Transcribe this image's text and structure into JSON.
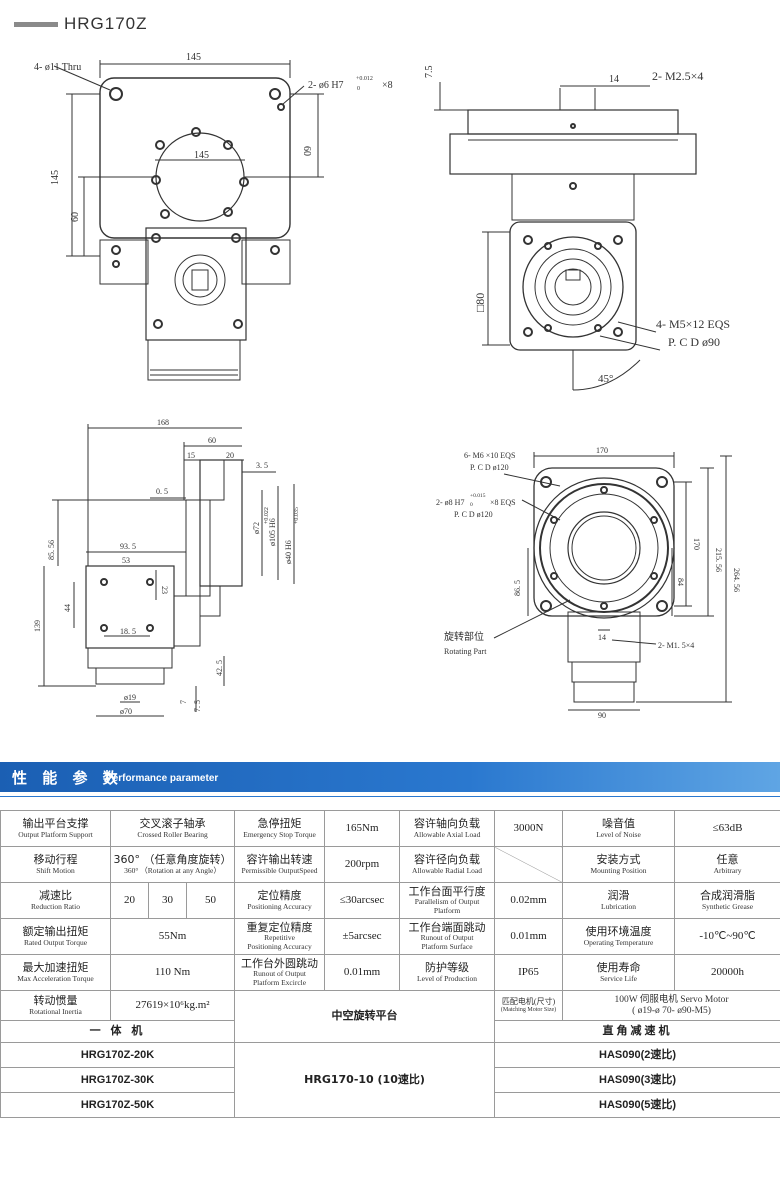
{
  "page": {
    "model_title": "HRG170Z"
  },
  "drawing": {
    "top_view": {
      "thru_hole": "4- ø11 Thru",
      "dim_145_top": "145",
      "dim_145_inner": "145",
      "pin_hole": "2- ø6 H7",
      "pin_tol": "+0.012",
      "pin_tol_zero": "0",
      "pin_depth": "×8",
      "dim_60_right": "60",
      "dim_145_left": "145",
      "dim_60_left": "60"
    },
    "front_view": {
      "dim_7_5": "7.5",
      "dim_14": "14",
      "thread": "2- M2.5×4",
      "square_80": "□80",
      "screw_spec": "4- M5×12 EQS",
      "pcd": "P. C D ø90",
      "angle": "45°"
    },
    "side_view": {
      "d168": "168",
      "d60": "60",
      "d15": "15",
      "d20": "20",
      "d3_5": "3. 5",
      "d0_5": "0. 5",
      "d85_56": "85. 56",
      "d93_5": "93. 5",
      "d53": "53",
      "d23": "23",
      "d44": "44",
      "d18_5": "18. 5",
      "d139": "139",
      "d42_5": "42. 5",
      "d7": "7",
      "d7_5": "7. 5",
      "d19": "ø19",
      "d70": "ø70",
      "phi72": "ø72",
      "phi105": "ø105 H6",
      "phi40": "ø40 H6",
      "tol_a": "+0.022",
      "tol_b": "+0.035"
    },
    "bottom_view": {
      "screw1": "6- M6 ×10 EQS",
      "pcd1": "P. C D ø120",
      "pin2": "2- ø8 H7",
      "pin2_tol": "+0.015",
      "pin2_tol_zero": "0",
      "pin2_depth": "×8 EQS",
      "pcd2": "P. C D ø120",
      "d170_top": "170",
      "d170_right": "170",
      "d215_56": "215. 56",
      "d264_56": "264. 56",
      "d84": "84",
      "d86_5": "86. 5",
      "d14": "14",
      "d90": "90",
      "thread2": "2- M1. 5×4",
      "rotating_cn": "旋转部位",
      "rotating_en": "Rotating Part"
    }
  },
  "perf": {
    "header_cn": "性 能 参 数",
    "header_en": "Performance parameter"
  },
  "spec": {
    "r1": {
      "support_cn": "输出平台支撑",
      "support_en": "Output Platform Support",
      "support_val_cn": "交叉滚子轴承",
      "support_val_en": "Crossed Roller Bearing",
      "stop_cn": "急停扭矩",
      "stop_en": "Emergency Stop Torque",
      "stop_val": "165Nm",
      "axial_cn": "容许轴向负载",
      "axial_en": "Allowable Axial Load",
      "axial_val": "3000N",
      "noise_cn": "噪音值",
      "noise_en": "Level of Noise",
      "noise_val": "≤63dB"
    },
    "r2": {
      "shift_cn": "移动行程",
      "shift_en": "Shift Motion",
      "shift_val_cn": "360° （任意角度旋转）",
      "shift_val_en": "360° （Rotation at any Angle）",
      "speed_cn": "容许输出转速",
      "speed_en": "Permissible OutputSpeed",
      "speed_val": "200rpm",
      "radial_cn": "容许径向负载",
      "radial_en": "Allowable Radial Load",
      "mount_cn": "安装方式",
      "mount_en": "Mounting Position",
      "mount_val_cn": "任意",
      "mount_val_en": "Arbitrary"
    },
    "r3": {
      "ratio_cn": "减速比",
      "ratio_en": "Reduction Ratio",
      "ratio_a": "20",
      "ratio_b": "30",
      "ratio_c": "50",
      "pos_cn": "定位精度",
      "pos_en": "Positioning Accuracy",
      "pos_val": "≤30arcsec",
      "par_cn": "工作台面平行度",
      "par_en": "Parallelism of Output Platform",
      "par_val": "0.02mm",
      "lub_cn": "润滑",
      "lub_en": "Lubrication",
      "lub_val_cn": "合成润滑脂",
      "lub_val_en": "Synthetic Grease"
    },
    "r4": {
      "rated_cn": "额定输出扭矩",
      "rated_en": "Rated Output Torque",
      "rated_val": "55Nm",
      "rep_cn": "重复定位精度",
      "rep_en1": "Repetitive",
      "rep_en2": "Positioning Accuracy",
      "rep_val": "±5arcsec",
      "face_cn": "工作台端面跳动",
      "face_en1": "Runout of Output",
      "face_en2": "Platform Surface",
      "face_val": "0.01mm",
      "env_cn": "使用环境温度",
      "env_en": "Operating Temperature",
      "env_val": "-10℃~90℃"
    },
    "r5": {
      "acc_cn": "最大加速扭矩",
      "acc_en": "Max Acceleration Torque",
      "acc_val": "110 Nm",
      "circ_cn": "工作台外圆跳动",
      "circ_en1": "Runout of Output",
      "circ_en2": "Platform Excircle",
      "circ_val": "0.01mm",
      "ip_cn": "防护等级",
      "ip_en": "Level of Production",
      "ip_val": "IP65",
      "life_cn": "使用寿命",
      "life_en": "Service Life",
      "life_val": "20000h"
    },
    "r6": {
      "inertia_cn": "转动惯量",
      "inertia_en": "Rotational Inertia",
      "inertia_val": "27619×10⁶kg.m²",
      "platform_title": "中空旋转平台",
      "motor_cn": "匹配电机(尺寸)",
      "motor_en": "(Matching Motor Size)",
      "motor_val1": "100W 伺服电机 Servo Motor",
      "motor_val2": "( ø19-ø 70- ø90-M5)"
    },
    "r7": {
      "integrated": "一 体 机",
      "right_angle": "直角减速机"
    },
    "models": {
      "m1": "HRG170Z-20K",
      "m2": "HRG170Z-30K",
      "m3": "HRG170Z-50K",
      "platform_model": "HRG170-10 (10速比)",
      "g1": "HAS090(2速比)",
      "g2": "HAS090(3速比)",
      "g3": "HAS090(5速比)"
    }
  }
}
